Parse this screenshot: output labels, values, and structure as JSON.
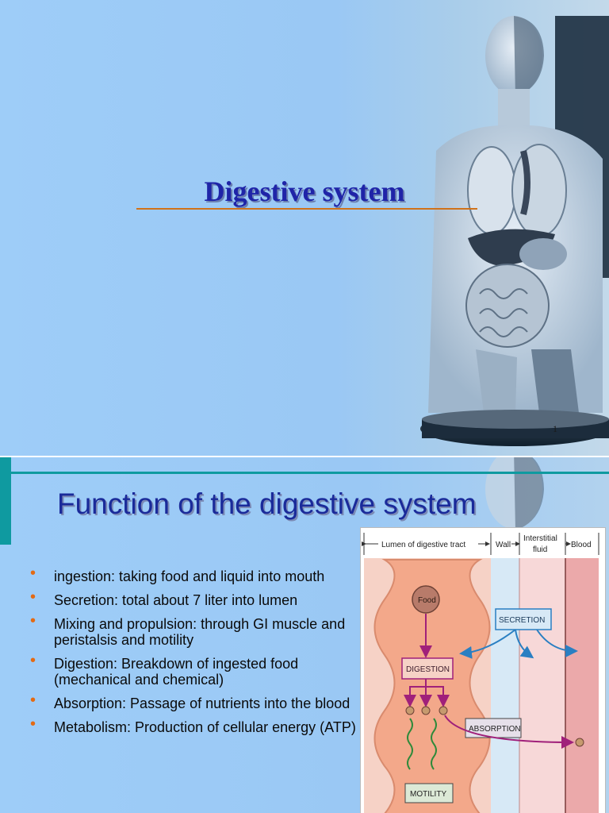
{
  "slide1": {
    "title": "Digestive system",
    "page_number": "1"
  },
  "slide2": {
    "title": "Function of the digestive system",
    "bullets": [
      "ingestion:  taking food and liquid into mouth",
      "Secretion:   total about 7 liter into lumen",
      "Mixing and propulsion: through GI muscle and peristalsis and motility",
      "Digestion:  Breakdown of ingested food (mechanical and chemical)",
      "Absorption: Passage of nutrients into the blood",
      "Metabolism: Production of cellular energy (ATP)"
    ],
    "diagram": {
      "headers": {
        "lumen": "Lumen of digestive tract",
        "wall": "Wall",
        "interstitial_line1": "Interstitial",
        "interstitial_line2": "fluid",
        "blood": "Blood"
      },
      "labels": {
        "food": "Food",
        "secretion": "SECRETION",
        "digestion": "DIGESTION",
        "absorption": "ABSORPTION",
        "motility": "MOTILITY"
      }
    }
  },
  "colors": {
    "background": "#9ec9f0",
    "title_blue": "#1f24a8",
    "accent_orange": "#e36a14",
    "accent_teal": "#0f9aa0",
    "lumen_orange": "#f3a88a",
    "arrow_purple": "#a0207a",
    "arrow_blue": "#2a7fc2"
  }
}
